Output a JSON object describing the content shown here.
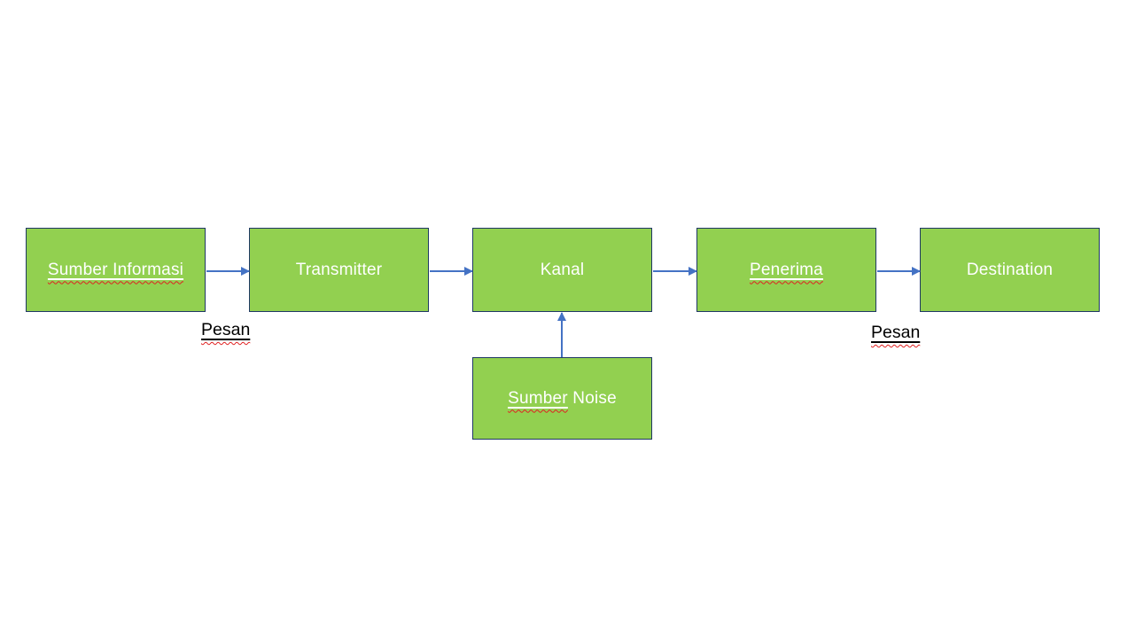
{
  "diagram": {
    "colors": {
      "node_fill": "#92D050",
      "node_border": "#1F3864",
      "arrow": "#4472C4",
      "squiggle": "#E02020",
      "bg": "#FFFFFF"
    },
    "nodes": {
      "source": {
        "label": "Sumber Informasi"
      },
      "transmitter": {
        "label": "Transmitter"
      },
      "channel": {
        "label": "Kanal"
      },
      "receiver": {
        "label": "Penerima"
      },
      "destination": {
        "label": "Destination"
      },
      "noise": {
        "word_flagged": "Sumber",
        "word_plain": " Noise"
      }
    },
    "edge_labels": {
      "pesan_left": "Pesan",
      "pesan_right": "Pesan"
    }
  }
}
